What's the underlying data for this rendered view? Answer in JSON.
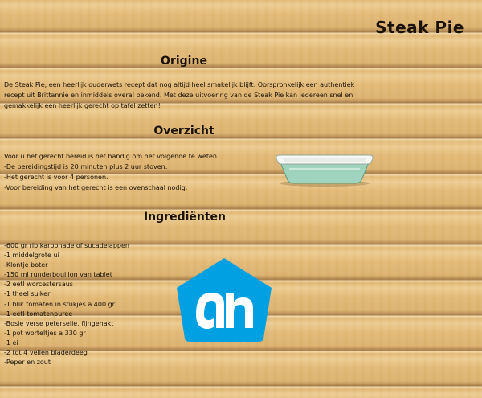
{
  "page": {
    "title": "Steak Pie"
  },
  "origine": {
    "heading": "Origine",
    "text": "De Steak Pie, een heerlijk ouderwets recept dat nog altijd heel smakelijk blijft. Oorspronkelijk een authentiek recept uit Brittannie en inmiddels overal bekend. Met deze uitvoering van de Steak Pie kan iedereen snel en gemakkelijk een heerlijk gerecht op tafel zetten!"
  },
  "overzicht": {
    "heading": "Overzicht",
    "lines": [
      "Voor u het gerecht bereid is het handig om het volgende te weten.",
      "-De bereidingstijd is 20 minuten plus 2 uur stoven.",
      "-Het gerecht is voor 4 personen.",
      "-Voor bereiding van het gerecht is een ovenschaal nodig."
    ]
  },
  "ingredienten": {
    "heading": "Ingrediënten",
    "items": [
      "-600 gr rib karbonade of sucadelappen",
      "-1 middelgrote ui",
      "-Klontje boter",
      "-150 ml runderbouillon van tablet",
      "-2 eetl worcestersaus",
      "-1 theel suiker",
      "-1 blik tomaten in stukjes a 400 gr",
      "-1 eetl tomatenpuree",
      "-Bosje verse peterselie, fijngehakt",
      "-1 pot worteltjes a 330 gr",
      "-1 ei",
      "-2 tot 4 vellen bladerdeeg",
      "-Peper en zout"
    ]
  },
  "icons": {
    "dish": "oven-dish-icon",
    "logo": "albert-heijn-logo"
  },
  "colors": {
    "logo_blue": "#00a0e2",
    "dish_green": "#9fd3bd",
    "wood": "#e2b976"
  }
}
